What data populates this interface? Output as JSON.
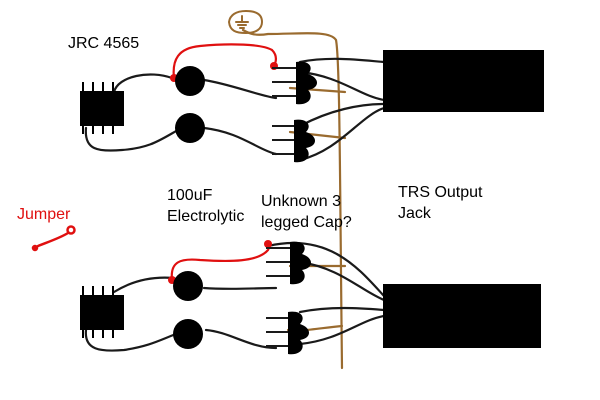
{
  "labels": {
    "chip": "JRC 4565",
    "jumper": "Jumper",
    "cap_line1": "100uF",
    "cap_line2": "Electrolytic",
    "unknown_line1": "Unknown 3",
    "unknown_line2": "legged Cap?",
    "trs_line1": "TRS Output",
    "trs_line2": "Jack"
  },
  "colors": {
    "wire": "#1a1a1a",
    "red_wire": "#e01010",
    "ground": "#9a6b2f",
    "component": "#000000",
    "label": "#000000",
    "jumper_label": "#e01010"
  },
  "icons": {
    "ground": "ground-icon",
    "chip": "ic-chip-icon",
    "capacitor": "electrolytic-capacitor-icon",
    "three_leg_component": "three-leg-capacitor-icon",
    "jack": "trs-jack-icon",
    "jumper": "jumper-wire-icon"
  }
}
